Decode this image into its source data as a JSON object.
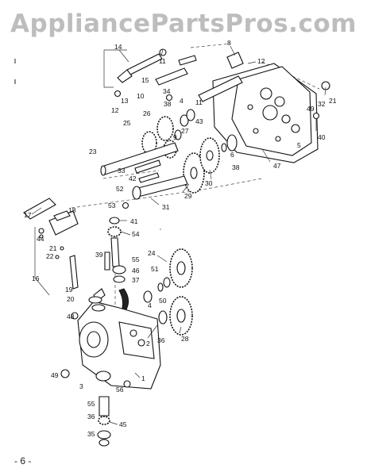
{
  "watermark": "AppliancePartsPros.com",
  "page_number": "- 6 -",
  "callouts": [
    "14",
    "11",
    "8",
    "12",
    "15",
    "34",
    "10",
    "11",
    "13",
    "12",
    "38",
    "4",
    "32",
    "21",
    "49",
    "40",
    "25",
    "26",
    "43",
    "27",
    "9",
    "23",
    "6",
    "33",
    "42",
    "38",
    "5",
    "47",
    "52",
    "29",
    "30",
    "53",
    "31",
    "17",
    "18",
    "41",
    "44",
    "54",
    "21",
    "22",
    "39",
    "55",
    "24",
    "16",
    "46",
    "51",
    "37",
    "19",
    "20",
    "4",
    "50",
    "48",
    "2",
    "28",
    "36",
    "49",
    "3",
    "56",
    "1",
    "55",
    "36",
    "35",
    "45"
  ]
}
